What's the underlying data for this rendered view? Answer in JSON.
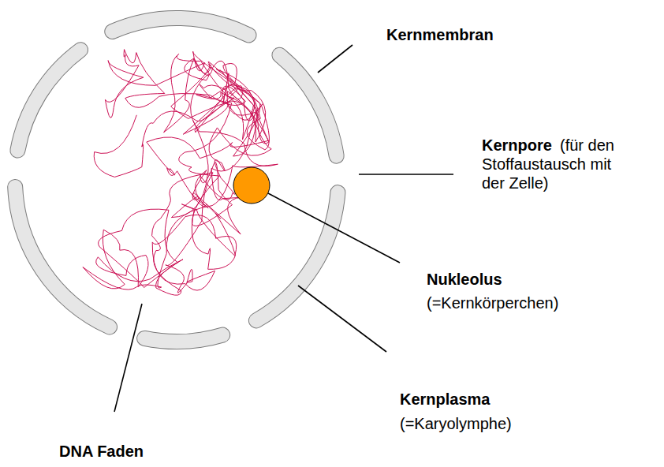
{
  "diagram": {
    "labels": [
      "Kernmembran",
      "Kernpore",
      "(für den Stoffaustausch mit der Zelle)",
      "Nukleolus",
      "(=Kernkörperchen)",
      "Kernplasma",
      "(=Karyolymphe)",
      "DNA Faden"
    ]
  }
}
